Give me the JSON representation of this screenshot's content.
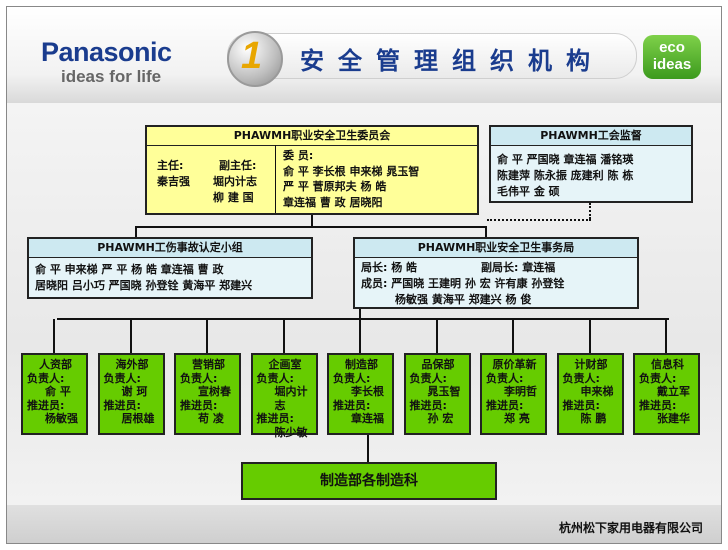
{
  "header": {
    "brand": "Panasonic",
    "tagline": "ideas for life",
    "number": "1",
    "title": "安全管理组织机构",
    "eco_line1": "eco",
    "eco_line2": "ideas"
  },
  "committee": {
    "title": "PHAWMH职业安全卫生委员会",
    "chair_label": "主任:",
    "chair_name": "秦吉强",
    "vice_label": "副主任:",
    "vice_name1": "堀内计志",
    "vice_name2": "柳 建 国",
    "members_label": "委 员:",
    "members_row1": "俞 平  李长根  申来梯  晁玉智",
    "members_row2": "严 平  菅原邦夫  杨 皓",
    "members_row3": "章连福  曹 政  居晓阳"
  },
  "union": {
    "title": "PHAWMH工会监督",
    "row1": "俞 平  严国晓  章连福  潘铭瑛",
    "row2": "陈建萍  陈永振  庞建利  陈 栋",
    "row3": "毛伟平  金 硕"
  },
  "injury_group": {
    "title": "PHAWMH工伤事故认定小组",
    "row1": "俞 平  申来梯  严 平  杨 皓  章连福  曹 政",
    "row2": "居晓阳  吕小巧  严国晓  孙登铨  黄海平  郑建兴"
  },
  "bureau": {
    "title": "PHAWMH职业安全卫生事务局",
    "director": "局长: 杨 皓",
    "deputy": "副局长: 章连福",
    "members_row1": "成员: 严国晓  王建明  孙 宏  许有康  孙登铨",
    "members_row2": "杨敏强  黄海平  郑建兴  杨 俊"
  },
  "departments": [
    {
      "name": "人资部",
      "head_label": "负责人:",
      "head": "俞 平",
      "promoter_label": "推进员:",
      "promoter": "杨敏强"
    },
    {
      "name": "海外部",
      "head_label": "负责人:",
      "head": "谢 珂",
      "promoter_label": "推进员:",
      "promoter": "居根雄"
    },
    {
      "name": "营销部",
      "head_label": "负责人:",
      "head": "宣树春",
      "promoter_label": "推进员:",
      "promoter": "苟 凌"
    },
    {
      "name": "企画室",
      "head_label": "负责人:",
      "head": "堀内计志",
      "promoter_label": "推进员:",
      "promoter": "陈少敏"
    },
    {
      "name": "制造部",
      "head_label": "负责人:",
      "head": "李长根",
      "promoter_label": "推进员:",
      "promoter": "章连福"
    },
    {
      "name": "品保部",
      "head_label": "负责人:",
      "head": "晁玉智",
      "promoter_label": "推进员:",
      "promoter": "孙 宏"
    },
    {
      "name": "原价革新",
      "head_label": "负责人:",
      "head": "李明哲",
      "promoter_label": "推进员:",
      "promoter": "郑 亮"
    },
    {
      "name": "计财部",
      "head_label": "负责人:",
      "head": "申来梯",
      "promoter_label": "推进员:",
      "promoter": "陈 鹏"
    },
    {
      "name": "信息科",
      "head_label": "负责人:",
      "head": "戴立军",
      "promoter_label": "推进员:",
      "promoter": "张建华"
    }
  ],
  "bottom": "制造部各制造科",
  "footer": "杭州松下家用电器有限公司",
  "colors": {
    "brand": "#1a3c8e",
    "dept_green": "#66cc00",
    "committee_yellow": "#ffff99",
    "header_blue": "#cde9f1"
  }
}
